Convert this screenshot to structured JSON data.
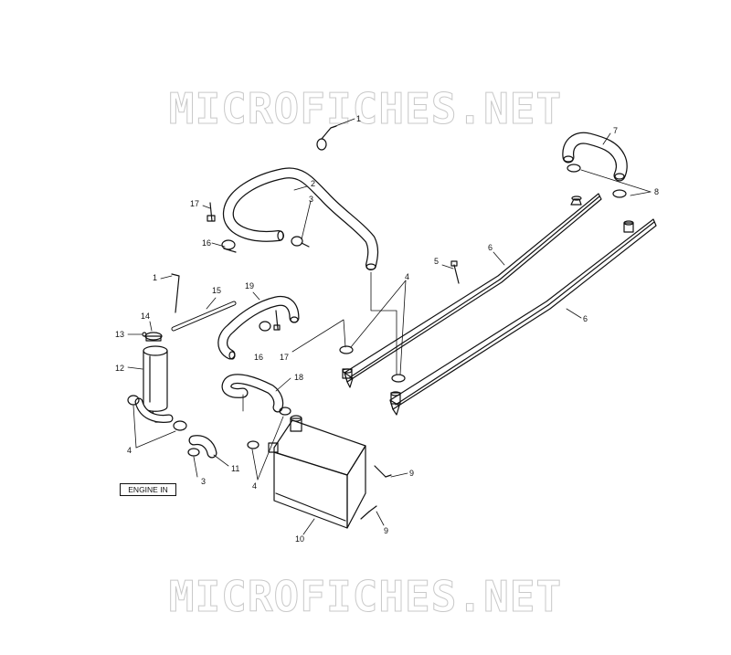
{
  "watermark": {
    "text": "MICROFICHES.NET"
  },
  "engine_label": "ENGINE IN",
  "callouts": [
    "1",
    "2",
    "3",
    "17",
    "16",
    "7",
    "8",
    "5",
    "4",
    "6",
    "6",
    "1",
    "15",
    "19",
    "14",
    "13",
    "16",
    "17",
    "12",
    "18",
    "4",
    "3",
    "11",
    "4",
    "9",
    "10",
    "9"
  ]
}
